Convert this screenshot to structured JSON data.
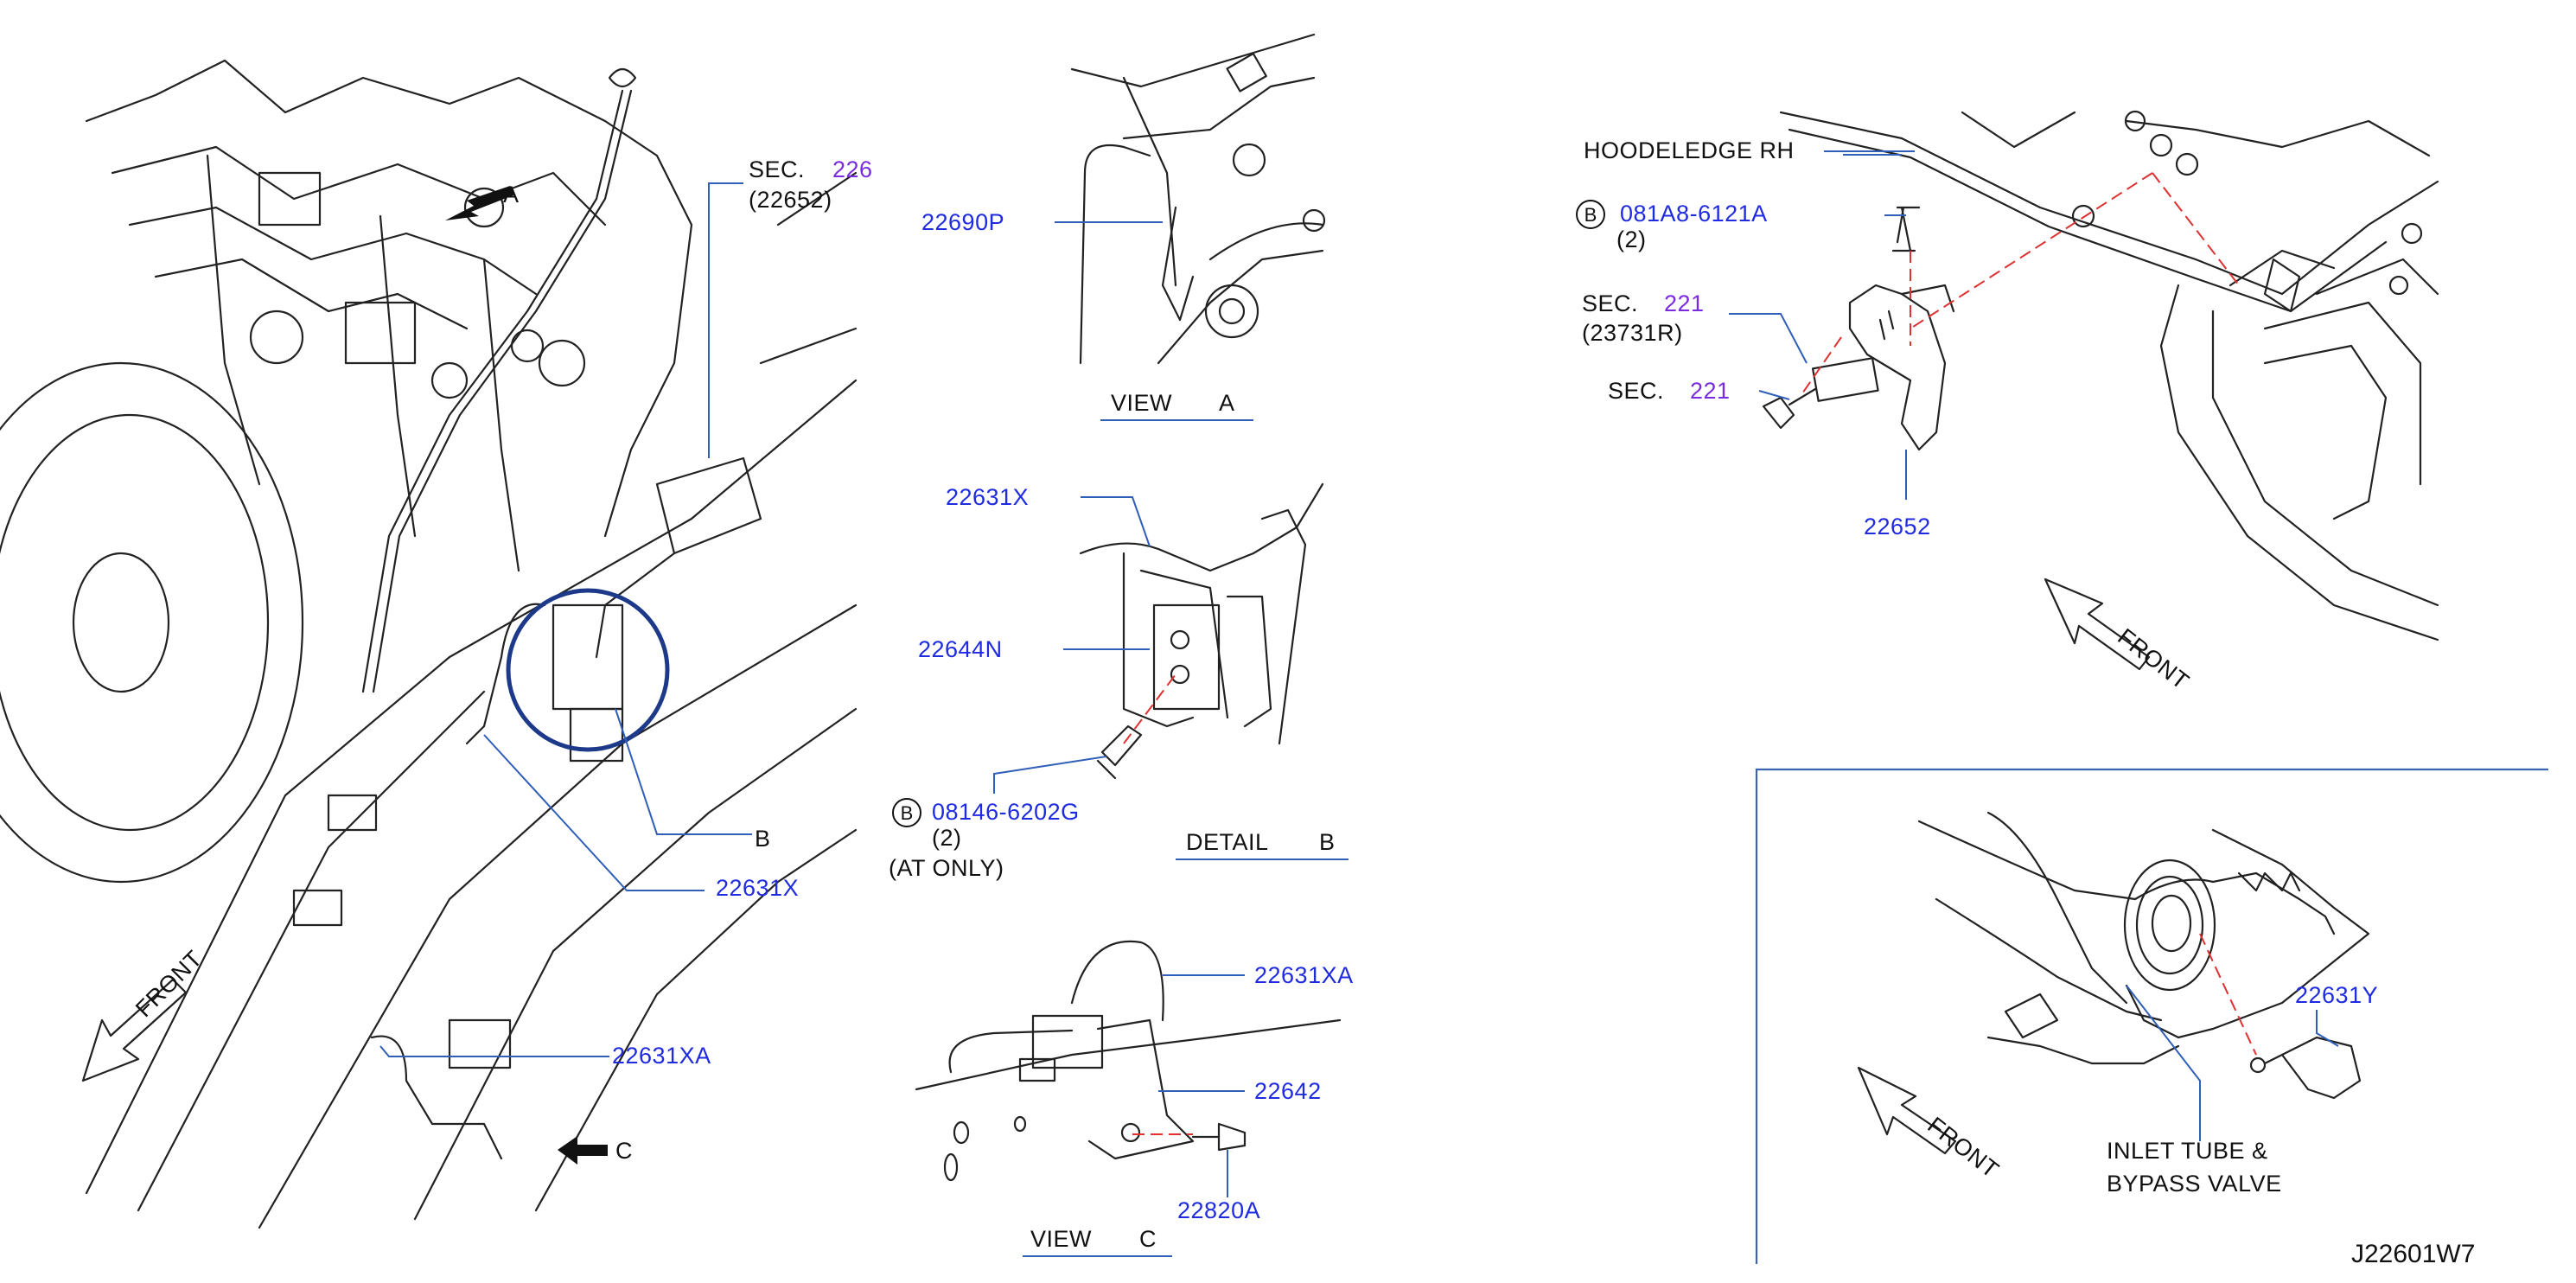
{
  "colors": {
    "part_number": "#1f2be0",
    "section_ref": "#7a2be0",
    "leader_line": "#2f5fb8",
    "detail_circle": "#1d3a8a",
    "dashed_line": "#e03030",
    "text": "#111111"
  },
  "main_view": {
    "arrow_a": "A",
    "arrow_b": "B",
    "arrow_c": "C",
    "sec_prefix": "SEC.",
    "sec_num": "226",
    "sec_sub": "(22652)",
    "part_22631x": "22631X",
    "part_22631xa": "22631XA",
    "front": "FRONT"
  },
  "view_a": {
    "part": "22690P",
    "title_word": "VIEW",
    "title_letter": "A"
  },
  "detail_b": {
    "part_22631x": "22631X",
    "part_22644n": "22644N",
    "bolt_marker": "B",
    "bolt_part": "08146-6202G",
    "bolt_qty": "(2)",
    "note": "(AT  ONLY)",
    "title_word": "DETAIL",
    "title_letter": "B"
  },
  "view_c": {
    "part_22631xa": "22631XA",
    "part_22642": "22642",
    "part_22820a": "22820A",
    "title_word": "VIEW",
    "title_letter": "C"
  },
  "upper_right": {
    "hoodledge": "HOODELEDGE  RH",
    "bolt_marker": "B",
    "bolt_part": "081A8-6121A",
    "bolt_qty": "(2)",
    "sec1_prefix": "SEC.",
    "sec1_num": "221",
    "sec1_sub": "(23731R)",
    "sec2_prefix": "SEC.",
    "sec2_num": "221",
    "part_22652": "22652",
    "front": "FRONT"
  },
  "lower_right": {
    "part_22631y": "22631Y",
    "inlet_line1": "INLET  TUBE  &",
    "inlet_line2": "BYPASS  VALVE",
    "front": "FRONT"
  },
  "diagram_id": "J22601W7"
}
